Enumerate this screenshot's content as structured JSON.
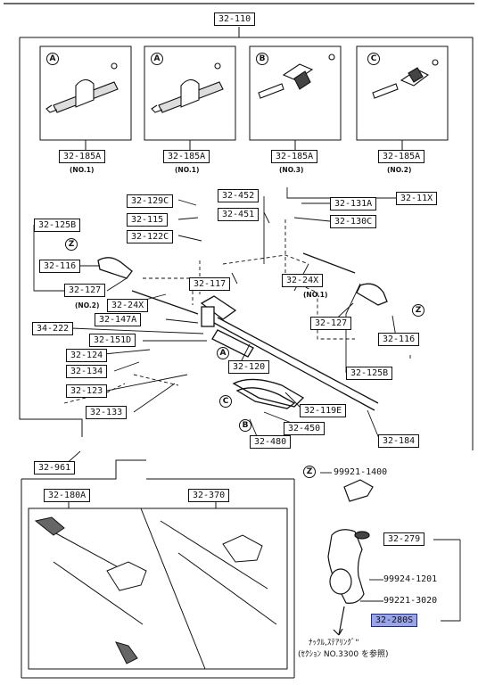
{
  "top_assembly": "32-110",
  "insets": [
    {
      "letter": "A",
      "part": "32-185A",
      "note": "(NO.1)"
    },
    {
      "letter": "A",
      "part": "32-185A",
      "note": "(NO.1)"
    },
    {
      "letter": "B",
      "part": "32-185A",
      "note": "(NO.3)"
    },
    {
      "letter": "C",
      "part": "32-185A",
      "note": "(NO.2)"
    }
  ],
  "callouts": {
    "p129c": "32-129C",
    "p115": "32-115",
    "p122c": "32-122C",
    "p452": "32-452",
    "p451": "32-451",
    "p131a": "32-131A",
    "p130c": "32-130C",
    "p11x": "32-11X",
    "p125b_l": "32-125B",
    "p116_l": "32-116",
    "p127_l": "32-127",
    "p24x_l": "32-24X",
    "p117": "32-117",
    "p147a": "32-147A",
    "p222": "34-222",
    "p151d": "32-151D",
    "p124": "32-124",
    "p134": "32-134",
    "p123": "32-123",
    "p133": "32-133",
    "p120": "32-120",
    "p24x_r": "32-24X",
    "p127_r": "32-127",
    "p116_r": "32-116",
    "p125b_r": "32-125B",
    "p119e": "32-119E",
    "p450": "32-450",
    "p480": "32-480",
    "p184": "32-184",
    "p961": "32-961",
    "p180a": "32-180A",
    "p370": "32-370",
    "p279": "32-279",
    "p280s": "32-280S"
  },
  "notes": {
    "no2": "(NO.2)",
    "no1": "(NO.1)"
  },
  "circle_labels": {
    "z": "Z",
    "a": "A",
    "b": "B",
    "c": "C"
  },
  "plain_parts": {
    "n1400": "99921-1400",
    "n1201": "99924-1201",
    "n3020": "99221-3020"
  },
  "knuckle_note": {
    "line1": "ﾅｯｸﾙ,ｽﾃｱﾘﾝｸﾞ\"",
    "line2": "(ｾｸｼｮﾝ NO.3300 を参照)"
  },
  "highlight_color": "#9aa4e8"
}
